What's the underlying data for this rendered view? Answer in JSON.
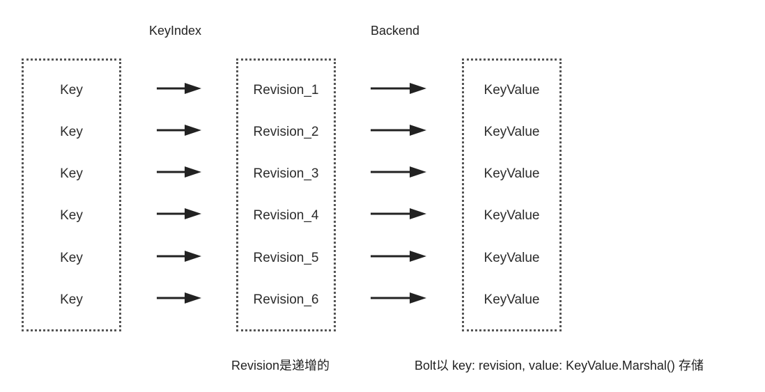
{
  "headings": {
    "keyindex": "KeyIndex",
    "backend": "Backend"
  },
  "columns": {
    "keys": [
      "Key",
      "Key",
      "Key",
      "Key",
      "Key",
      "Key"
    ],
    "revisions": [
      "Revision_1",
      "Revision_2",
      "Revision_3",
      "Revision_4",
      "Revision_5",
      "Revision_6"
    ],
    "keyvalues": [
      "KeyValue",
      "KeyValue",
      "KeyValue",
      "KeyValue",
      "KeyValue",
      "KeyValue"
    ]
  },
  "notes": {
    "revision": "Revision是递增的",
    "bolt": "Bolt以 key: revision, value: KeyValue.Marshal() 存储"
  },
  "colors": {
    "border": "#555555",
    "arrow": "#222222",
    "text": "#2b2b2b"
  }
}
